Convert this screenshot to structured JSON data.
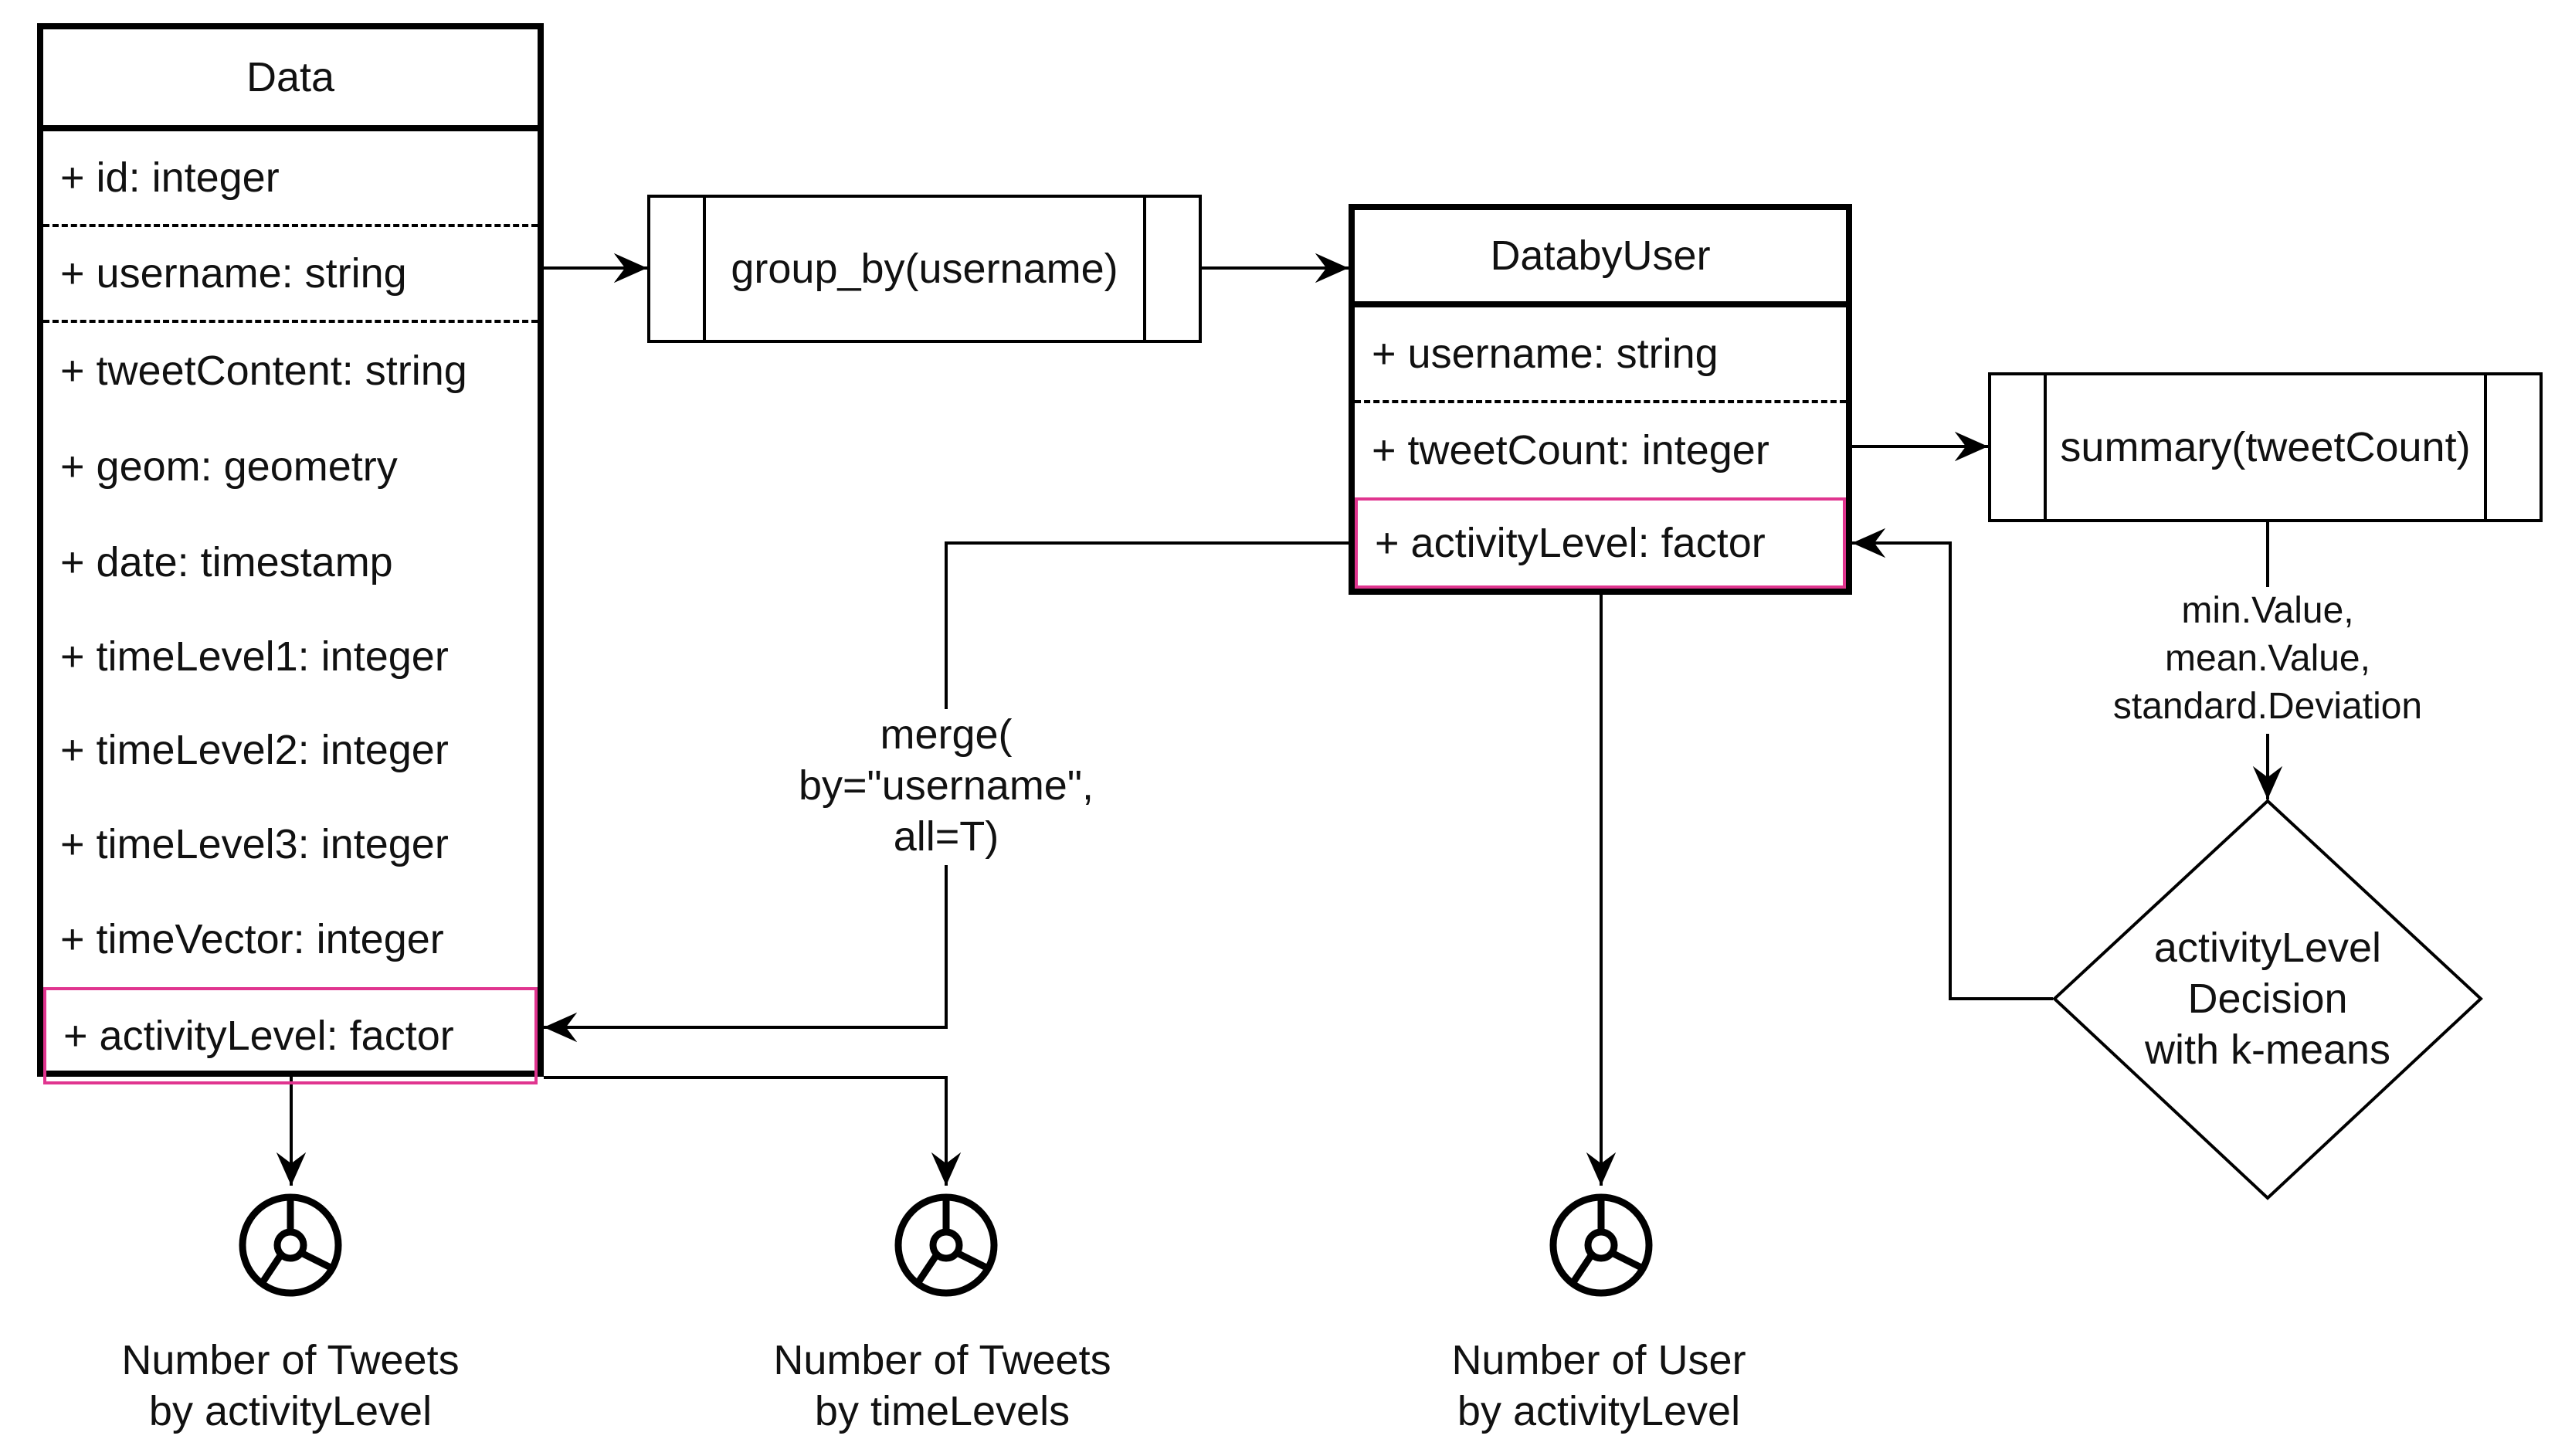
{
  "data_table": {
    "title": "Data",
    "fields": [
      "+ id: integer",
      "+ username: string",
      "+ tweetContent: string",
      "+ geom: geometry",
      "+ date: timestamp",
      "+ timeLevel1: integer",
      "+ timeLevel2: integer",
      "+ timeLevel3: integer",
      "+ timeVector: integer",
      "+ activityLevel: factor"
    ]
  },
  "group_process": {
    "label": "group_by(username)"
  },
  "user_table": {
    "title": "DatabyUser",
    "fields": [
      "+ username: string",
      "+ tweetCount: integer",
      "+ activityLevel: factor"
    ]
  },
  "summary_process": {
    "label": "summary(tweetCount)"
  },
  "summary_edge_label": "min.Value,\nmean.Value,\nstandard.Deviation",
  "decision": {
    "label": "activityLevel\nDecision\nwith k-means"
  },
  "merge_edge_label": "merge(\nby=\"username\",\nall=T)",
  "reports": [
    {
      "icon": "report-icon",
      "caption": "Number of Tweets\nby activityLevel"
    },
    {
      "icon": "report-icon",
      "caption": "Number of Tweets\nby timeLevels"
    },
    {
      "icon": "report-icon",
      "caption": "Number of User\nby activityLevel"
    }
  ],
  "colors": {
    "line": "#000000",
    "highlight": "#e0358f",
    "background": "#ffffff"
  }
}
